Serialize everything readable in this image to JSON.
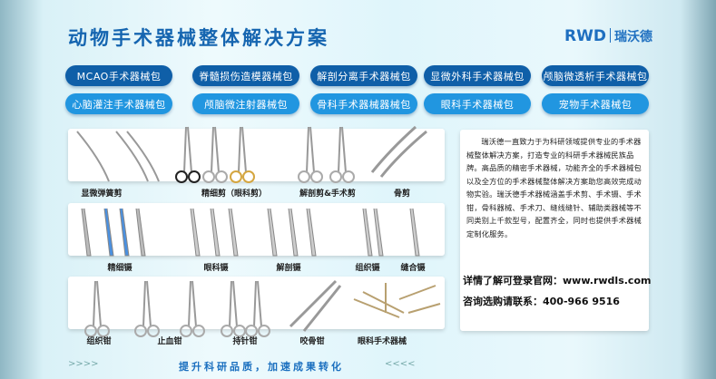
{
  "header": {
    "title": "动物手术器械整体解决方案",
    "logo_en": "RWD",
    "logo_cn": "瑞沃德"
  },
  "packages_row1": [
    "MCAO手术器械包",
    "脊髓损伤造模器械包",
    "解剖分离手术器械包",
    "显微外科手术器械包",
    "颅脑微透析手术器械包"
  ],
  "packages_row2": [
    "心脑灌注手术器械包",
    "颅脑微注射器械包",
    "骨科手术器械器械包",
    "眼科手术器械包",
    "宠物手术器械包"
  ],
  "instruments": {
    "row1": [
      "显微弹簧剪",
      "精细剪（眼科剪）",
      "解剖剪&手术剪",
      "骨剪"
    ],
    "row2": [
      "精细镊",
      "眼科镊",
      "解剖镊",
      "组织镊",
      "缝合镊"
    ],
    "row3": [
      "组织钳",
      "止血钳",
      "持针钳",
      "咬骨钳",
      "眼科手术器械"
    ]
  },
  "info": {
    "description": "瑞沃德一直致力于为科研领域提供专业的手术器械整体解决方案，打造专业的科研手术器械民族品牌。高品质的精密手术器械，功能齐全的手术器械包以及全方位的手术器械整体解决方案助您高效完成动物实验。瑞沃德手术器械涵盖手术剪、手术镊、手术钳，骨科器械、手术刀、缝线缝针、辅助类器械等不同类别上千款型号，配置齐全，同时也提供手术器械定制化服务。",
    "website": "详情了解可登录官网：www.rwdls.com",
    "phone": "咨询选购请联系：400-966 9516"
  },
  "footer": {
    "tagline": "提升科研品质，加速成果转化",
    "arrows_left": ">>>>",
    "arrows_right": "<<<<"
  }
}
